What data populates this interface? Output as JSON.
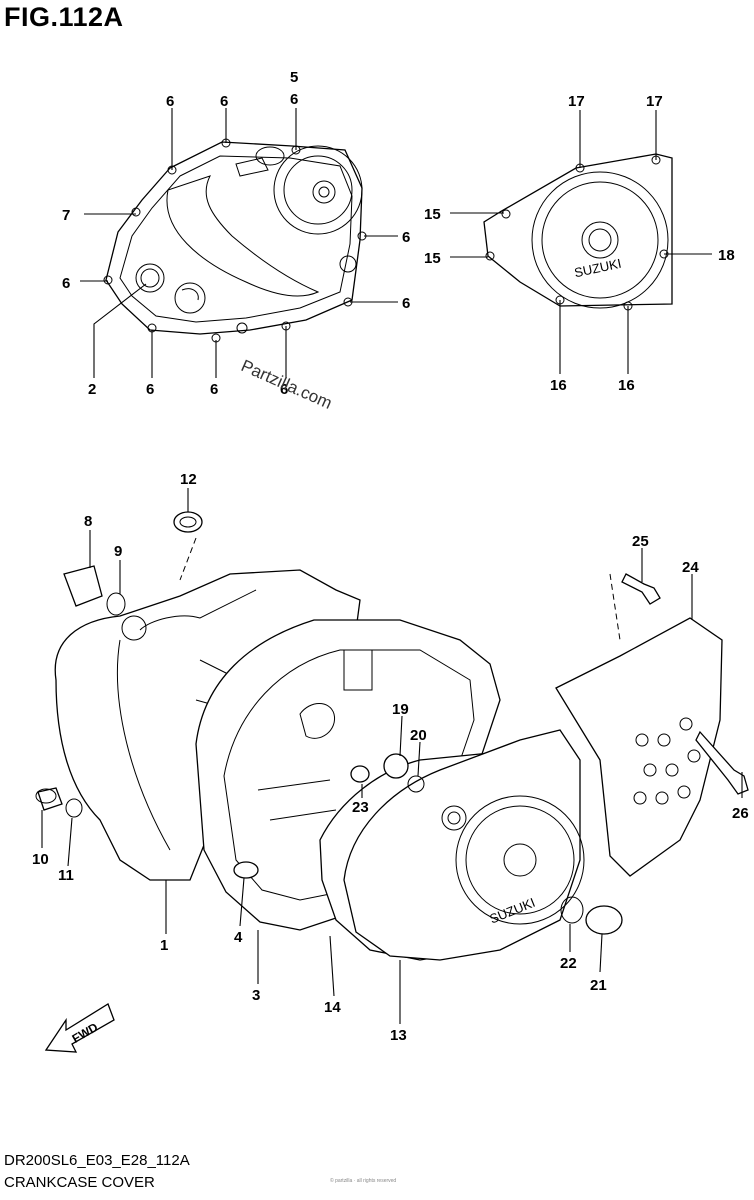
{
  "figure": {
    "title": "FIG.112A",
    "code": "DR200SL6_E03_E28_112A",
    "name": "CRANKCASE COVER",
    "watermark": "Partzilla.com",
    "fine_print": "© partzilla · all rights reserved"
  },
  "diagram_labels": {
    "fwd_arrow": "FWD",
    "clutch_cover_logo": "SUZUKI",
    "magneto_cover_logo": "SUZUKI"
  },
  "callouts": [
    {
      "id": "c5",
      "label": "5"
    },
    {
      "id": "c6a",
      "label": "6"
    },
    {
      "id": "c6b",
      "label": "6"
    },
    {
      "id": "c6c",
      "label": "6"
    },
    {
      "id": "c7",
      "label": "7"
    },
    {
      "id": "c6d",
      "label": "6"
    },
    {
      "id": "c6e",
      "label": "6"
    },
    {
      "id": "c6f",
      "label": "6"
    },
    {
      "id": "c2",
      "label": "2"
    },
    {
      "id": "c6g",
      "label": "6"
    },
    {
      "id": "c6h",
      "label": "6"
    },
    {
      "id": "c6i",
      "label": "6"
    },
    {
      "id": "c17a",
      "label": "17"
    },
    {
      "id": "c17b",
      "label": "17"
    },
    {
      "id": "c15a",
      "label": "15"
    },
    {
      "id": "c15b",
      "label": "15"
    },
    {
      "id": "c18",
      "label": "18"
    },
    {
      "id": "c16a",
      "label": "16"
    },
    {
      "id": "c16b",
      "label": "16"
    },
    {
      "id": "c12",
      "label": "12"
    },
    {
      "id": "c8",
      "label": "8"
    },
    {
      "id": "c9",
      "label": "9"
    },
    {
      "id": "c25",
      "label": "25"
    },
    {
      "id": "c24",
      "label": "24"
    },
    {
      "id": "c19",
      "label": "19"
    },
    {
      "id": "c20",
      "label": "20"
    },
    {
      "id": "c23",
      "label": "23"
    },
    {
      "id": "c10",
      "label": "10"
    },
    {
      "id": "c11",
      "label": "11"
    },
    {
      "id": "c1",
      "label": "1"
    },
    {
      "id": "c4",
      "label": "4"
    },
    {
      "id": "c3",
      "label": "3"
    },
    {
      "id": "c14",
      "label": "14"
    },
    {
      "id": "c13",
      "label": "13"
    },
    {
      "id": "c22",
      "label": "22"
    },
    {
      "id": "c21",
      "label": "21"
    },
    {
      "id": "c26",
      "label": "26"
    }
  ]
}
